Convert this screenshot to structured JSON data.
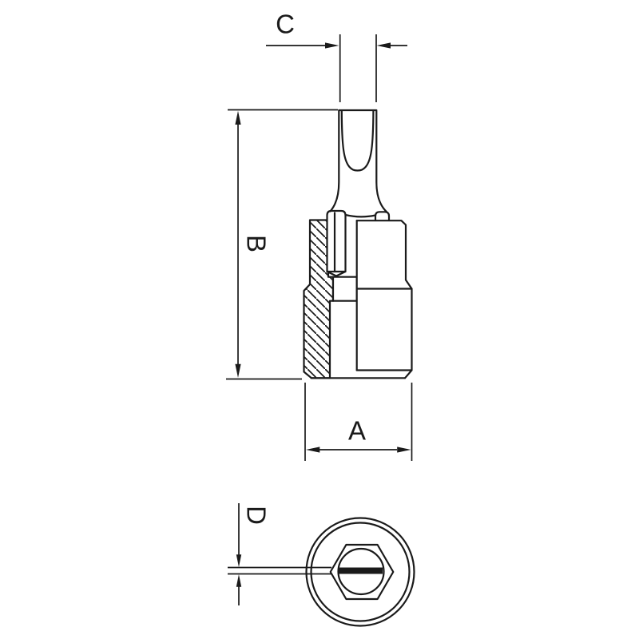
{
  "page": {
    "background_color": "#ffffff",
    "line_color": "#1a1a1a"
  },
  "drawing": {
    "kind": "technical-drawing",
    "views": {
      "side_view": "sectioned socket with flat screwdriver bit",
      "bottom_view": "end view with hex recess and slotted bit"
    }
  },
  "dimensions": {
    "a": "A",
    "b": "B",
    "c": "C",
    "d": "D"
  }
}
